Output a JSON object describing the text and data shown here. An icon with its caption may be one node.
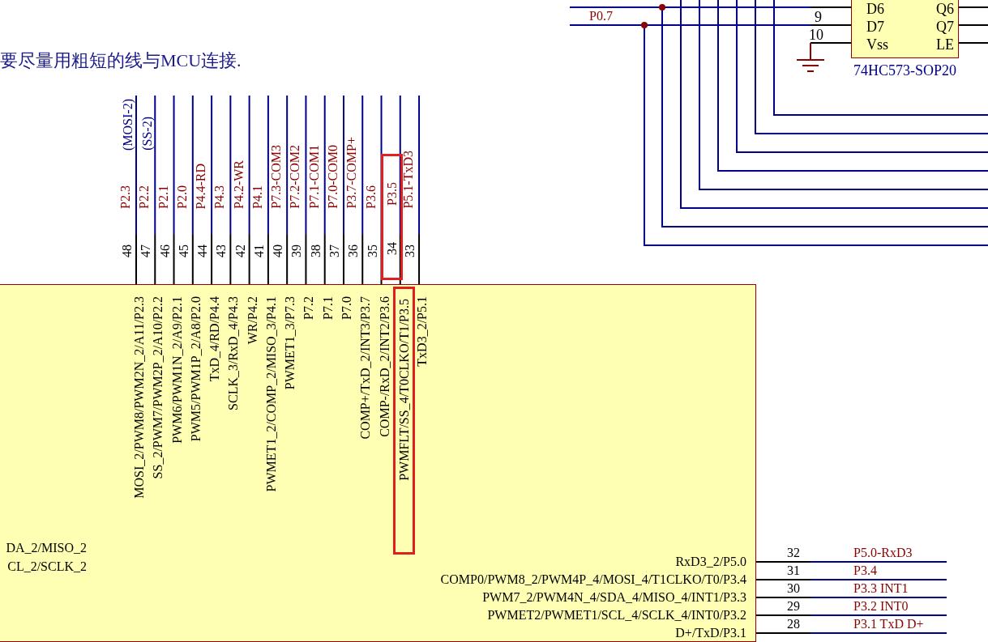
{
  "diagram": {
    "nodes": [
      {
        "text": [
          "MOSI_2/PWM8/PWM2N_2/A11/P2.3",
          "SS_2/PWM7/PWM2P_2/A10/P2.2",
          "PWM6/PWM1N_2/A9/P2.1",
          "PWM5/PWM1P_2/A8/P2.0",
          "TxD_4/RD/P4.4",
          "SCLK_3/RxD_4/P4.3",
          "WR/P4.2",
          "PWMET1_2/COMP_2/MISO_3/P4.1",
          "PWMET1_3/P7.3",
          "P7.2",
          "P7.1",
          "P7.0",
          "COMP+/TxD_2/INT3/P3.7",
          "COMP-/RxD_2/INT2/P3.6",
          "TxD3_2/P5.1",
          "DA_2/MISO_2",
          "CL_2/SCLK_2",
          "RxD3_2/P5.0",
          "COMP0/PWM8_2/PWM4P_4/MOSI_4/T1CLKO/T0/P3.4",
          "PWM7_2/PWM4N_4/SDA_4/MISO_4/INT1/P3.3",
          "PWMET2/PWMET1/SCL_4/SCLK_4/INT0/P3.2",
          "D+/TxD/P3.1"
        ]
      },
      {
        "text": [
          "D6",
          "D7",
          "Vss",
          "Q6",
          "Q7",
          "LE"
        ],
        "beside": [
          "74HC573-SOP20"
        ]
      },
      {
        "text": [
          "P3.5",
          "34"
        ]
      },
      {
        "text": [
          "PWMFLT/SS_4/T0CLKO/T1/P3.5"
        ],
        "in": 0
      }
    ],
    "labels": [
      "要尽量用粗短的线与MCU连接.",
      "P0.7",
      "9",
      "10",
      "(MOSI-2)",
      "(SS-2)",
      "P2.3",
      "P2.2",
      "P2.1",
      "P2.0",
      "P4.4-RD",
      "P4.3",
      "P4.2-WR",
      "P4.1",
      "P7.3-COM3",
      "P7.2-COM2",
      "P7.1-COM1",
      "P7.0-COM0",
      "P3.7-COMP+",
      "P3.6",
      "P5.1-TxD3",
      "48",
      "47",
      "46",
      "45",
      "44",
      "43",
      "42",
      "41",
      "40",
      "39",
      "38",
      "37",
      "36",
      "35",
      "33",
      "32",
      "31",
      "30",
      "29",
      "28",
      "P5.0-RxD3",
      "P3.4",
      "P3.3  INT1",
      "P3.2  INT0",
      "P3.1  TxD  D+"
    ]
  }
}
